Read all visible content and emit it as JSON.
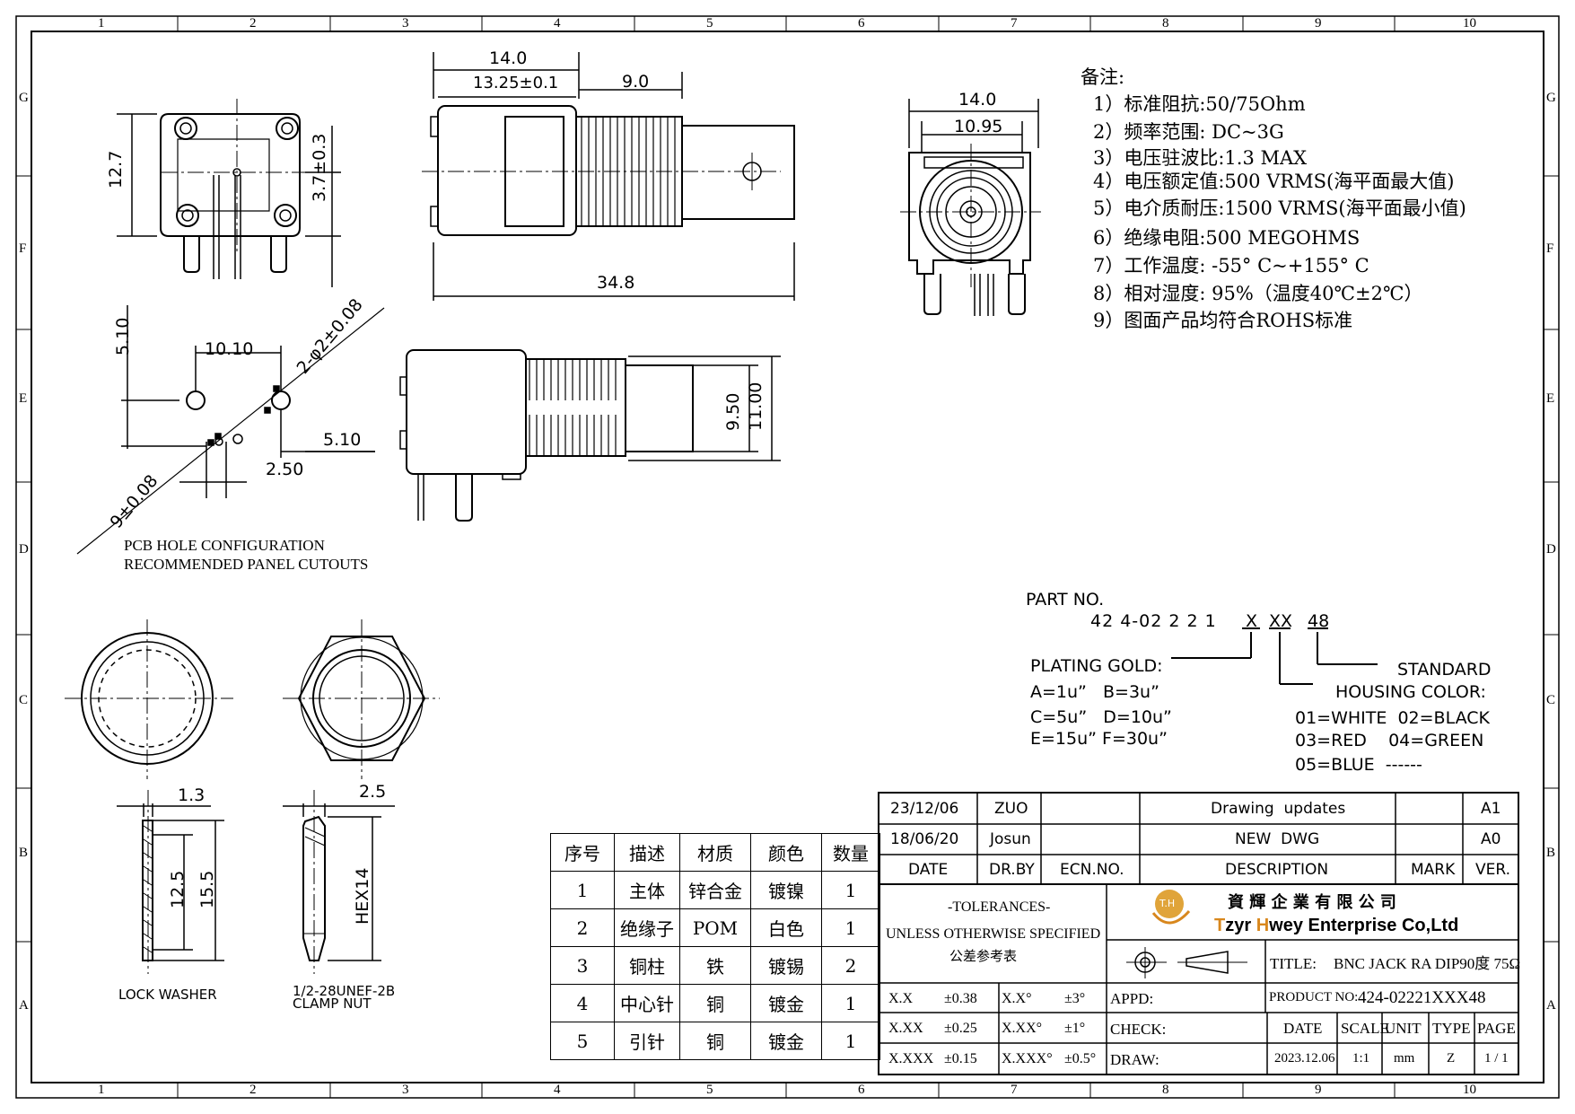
{
  "border": {
    "columns": [
      "1",
      "2",
      "3",
      "4",
      "5",
      "6",
      "7",
      "8",
      "9",
      "10"
    ],
    "rows": [
      "G",
      "F",
      "E",
      "D",
      "C",
      "B",
      "A"
    ]
  },
  "views": {
    "top_dims": {
      "w1": "14.0",
      "w2": "13.25±0.1",
      "w3": "9.0",
      "len": "34.8"
    },
    "left_dims": {
      "h1": "12.7",
      "h2": "3.7±0.3"
    },
    "front_dims": {
      "w1": "14.0",
      "w2": "10.95"
    },
    "pcb": {
      "d1": "5.10",
      "d2": "10.10",
      "d3": "2-φ2±0.08",
      "d4": "5.10",
      "d5": "2.50",
      "d6": "9±0.08",
      "cap1": "PCB HOLE CONFIGURATION",
      "cap2": "RECOMMENDED PANEL CUTOUTS"
    },
    "side_dims": {
      "h1": "9.50",
      "h2": "11.00"
    },
    "washer": {
      "d1": "1.3",
      "d2": "12.5",
      "d3": "15.5",
      "label": "LOCK WASHER"
    },
    "nut": {
      "d1": "2.5",
      "d2": "HEX14",
      "label1": "1/2-28UNEF-2B",
      "label2": "CLAMP NUT"
    }
  },
  "notes": {
    "title": "备注:",
    "items": [
      "1）标准阻抗:50/75Ohm",
      "2）频率范围: DC~3G",
      "3）电压驻波比:1.3  MAX",
      "4）电压额定值:500 VRMS(海平面最大值)",
      "5）电介质耐压:1500 VRMS(海平面最小值)",
      "6）绝缘电阻:500  MEGOHMS",
      "7）工作温度: -55° C~+155° C",
      "8）相对湿度:  95%（温度40℃±2℃）",
      "9）图面产品均符合ROHS标准"
    ]
  },
  "part_number": {
    "label": "PART  NO.",
    "code": "42 4-02 2 2 1",
    "x": "X",
    "xx": "XX",
    "std": "48",
    "plating_title": "PLATING  GOLD:",
    "plating": [
      "A=1u”   B=3u”",
      "C=5u”   D=10u”",
      "E=15u” F=30u”"
    ],
    "standard": "STANDARD",
    "housing_title": "HOUSING  COLOR:",
    "housing": [
      "01=WHITE  02=BLACK",
      "03=RED    04=GREEN",
      "05=BLUE  ------"
    ]
  },
  "bom": {
    "header": [
      "序号",
      "描述",
      "材质",
      "颜色",
      "数量"
    ],
    "rows": [
      [
        "1",
        "主体",
        "锌合金",
        "镀镍",
        "1"
      ],
      [
        "2",
        "绝缘子",
        "POM",
        "白色",
        "1"
      ],
      [
        "3",
        "铜柱",
        "铁",
        "镀锡",
        "2"
      ],
      [
        "4",
        "中心针",
        "铜",
        "镀金",
        "1"
      ],
      [
        "5",
        "引针",
        "铜",
        "镀金",
        "1"
      ]
    ]
  },
  "revisions": [
    {
      "date": "23/12/06",
      "by": "ZUO",
      "ecn": "",
      "desc": "Drawing  updates",
      "mark": "",
      "ver": "A1"
    },
    {
      "date": "18/06/20",
      "by": "Josun",
      "ecn": "",
      "desc": "NEW  DWG",
      "mark": "",
      "ver": "A0"
    }
  ],
  "rev_header": {
    "date": "DATE",
    "by": "DR.BY",
    "ecn": "ECN.NO.",
    "desc": "DESCRIPTION",
    "mark": "MARK",
    "ver": "VER."
  },
  "tolerance": {
    "l1": "-TOLERANCES-",
    "l2": "UNLESS OTHERWISE SPECIFIED",
    "l3": "公差参考表",
    "rows": [
      [
        "X.X",
        "±0.38",
        "X.X°",
        "±3°"
      ],
      [
        "X.XX",
        "±0.25",
        "X.XX°",
        "±1°"
      ],
      [
        "X.XXX",
        "±0.15",
        "X.XXX°",
        "±0.5°"
      ]
    ]
  },
  "company": {
    "cn": "資 輝 企 業 有 限 公 司",
    "en_pre": "T",
    "en_zyr": "zyr ",
    "en_h": "H",
    "en_rest": "wey Enterprise Co,Ltd",
    "logo": "T.H"
  },
  "title_block": {
    "title_label": "TITLE:",
    "title": "BNC JACK RA DIP90度 75Ω",
    "appd": "APPD:",
    "product_label": "PRODUCT NO:",
    "product": "424-02221XXX48",
    "check": "CHECK:",
    "draw": "DRAW:",
    "h_date": "DATE",
    "h_scale": "SCALE",
    "h_unit": "UNIT",
    "h_type": "TYPE",
    "h_page": "PAGE",
    "date": "2023.12.06",
    "scale": "1:1",
    "unit": "mm",
    "type": "Z",
    "page": "1 / 1"
  },
  "colors": {
    "line": "#000000",
    "logo": "#e0a43a",
    "accent": "#d8871d"
  }
}
